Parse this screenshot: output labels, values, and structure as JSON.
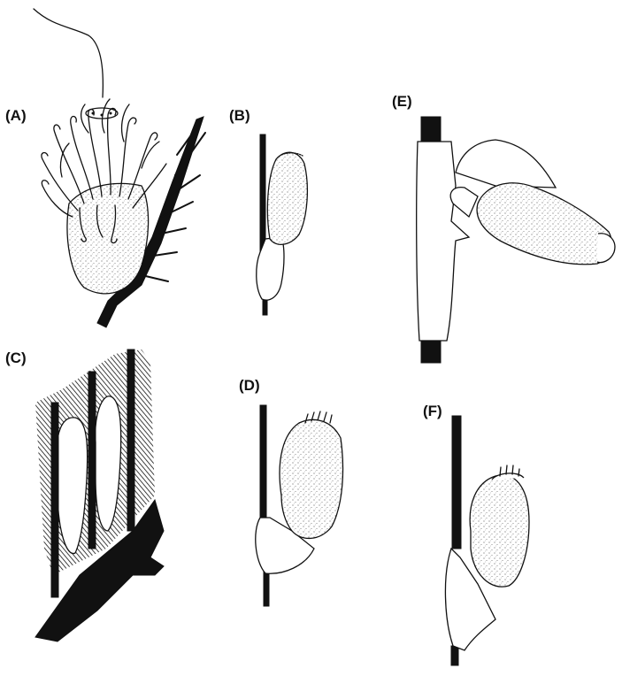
{
  "panels": [
    {
      "id": "A",
      "label": "(A)"
    },
    {
      "id": "B",
      "label": "(B)"
    },
    {
      "id": "C",
      "label": "(C)"
    },
    {
      "id": "D",
      "label": "(D)"
    },
    {
      "id": "E",
      "label": "(E)"
    },
    {
      "id": "F",
      "label": "(F)"
    }
  ],
  "colors": {
    "ink": "#111111",
    "background": "#ffffff"
  }
}
